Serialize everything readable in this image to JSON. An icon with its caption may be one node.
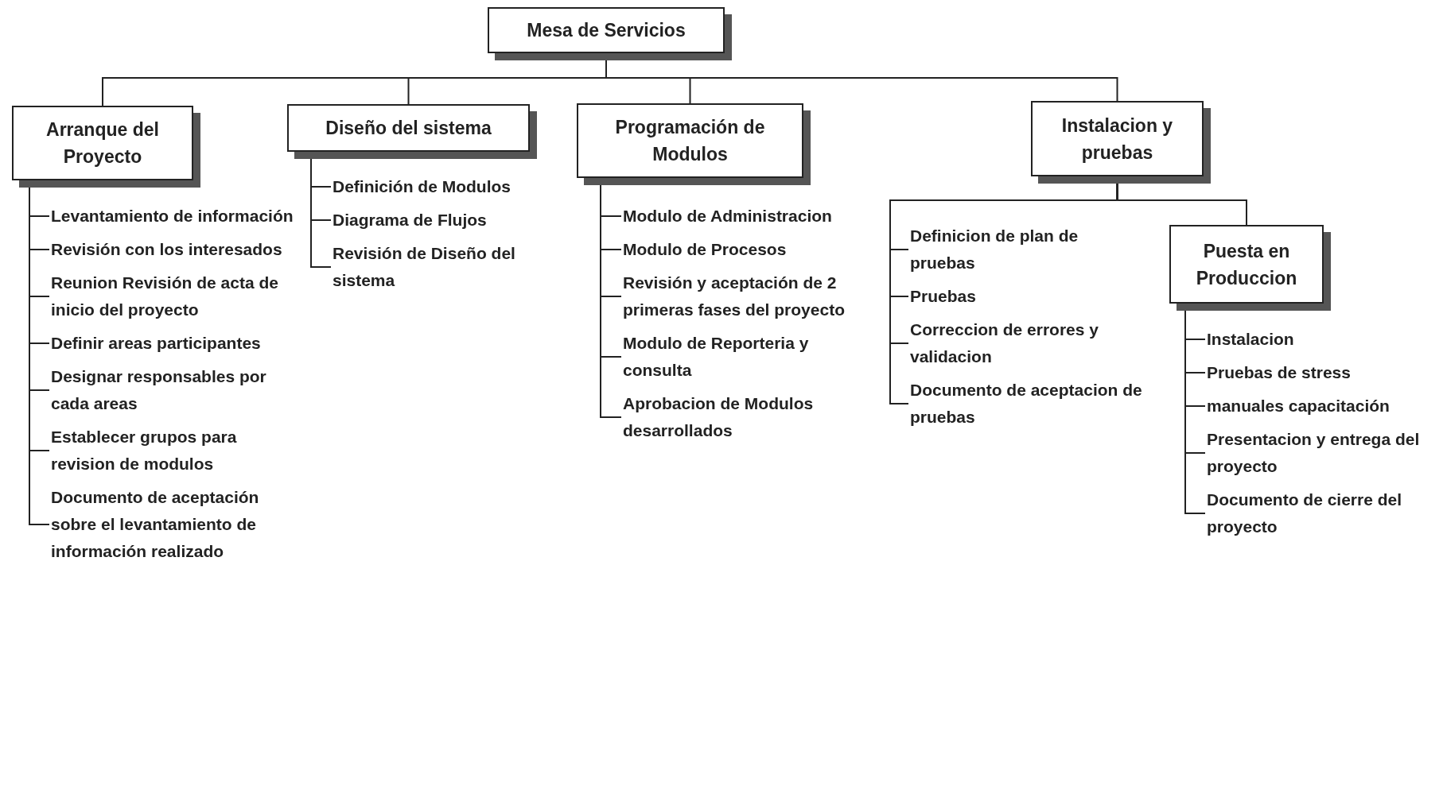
{
  "diagram": {
    "nodes": [
      {
        "text": [
          "Mesa de Servicios"
        ]
      },
      {
        "text": [
          "Arranque del Proyecto"
        ]
      },
      {
        "text": [
          "Diseño del sistema"
        ]
      },
      {
        "text": [
          "Programación de Modulos"
        ]
      },
      {
        "text": [
          "Instalacion y pruebas"
        ]
      },
      {
        "text": [
          "Levantamiento de información"
        ]
      },
      {
        "text": [
          "Revisión con los interesados"
        ]
      },
      {
        "text": [
          "Reunion Revisión de acta de inicio del proyecto"
        ]
      },
      {
        "text": [
          "Definir areas participantes"
        ]
      },
      {
        "text": [
          "Designar responsables por cada areas"
        ]
      },
      {
        "text": [
          "Establecer grupos para revision de modulos"
        ]
      },
      {
        "text": [
          "Documento de aceptación sobre el levantamiento de información realizado"
        ]
      },
      {
        "text": [
          "Definición de Modulos"
        ]
      },
      {
        "text": [
          "Diagrama de Flujos"
        ]
      },
      {
        "text": [
          "Revisión de Diseño del sistema"
        ]
      },
      {
        "text": [
          "Modulo de Administracion"
        ]
      },
      {
        "text": [
          "Modulo de Procesos"
        ]
      },
      {
        "text": [
          "Revisión y aceptación de 2 primeras fases del proyecto"
        ]
      },
      {
        "text": [
          "Modulo de Reporteria y consulta"
        ]
      },
      {
        "text": [
          "Aprobacion de Modulos desarrollados"
        ]
      },
      {
        "text": [
          "Definicion de plan de pruebas"
        ]
      },
      {
        "text": [
          "Pruebas"
        ]
      },
      {
        "text": [
          "Correccion de errores y validacion"
        ]
      },
      {
        "text": [
          "Documento de aceptacion de pruebas"
        ]
      },
      {
        "text": [
          "Puesta en Produccion"
        ]
      },
      {
        "text": [
          "Instalacion"
        ]
      },
      {
        "text": [
          "Pruebas de stress"
        ]
      },
      {
        "text": [
          "manuales capacitación"
        ]
      },
      {
        "text": [
          "Presentacion y entrega del proyecto"
        ]
      },
      {
        "text": [
          "Documento de cierre del proyecto"
        ]
      }
    ],
    "edges": [
      {
        "from": 0,
        "to": 1,
        "arrow": "none"
      },
      {
        "from": 0,
        "to": 2,
        "arrow": "none"
      },
      {
        "from": 0,
        "to": 3,
        "arrow": "none"
      },
      {
        "from": 0,
        "to": 4,
        "arrow": "none"
      },
      {
        "from": 1,
        "to": 5,
        "arrow": "none"
      },
      {
        "from": 1,
        "to": 6,
        "arrow": "none"
      },
      {
        "from": 1,
        "to": 7,
        "arrow": "none"
      },
      {
        "from": 1,
        "to": 8,
        "arrow": "none"
      },
      {
        "from": 1,
        "to": 9,
        "arrow": "none"
      },
      {
        "from": 1,
        "to": 10,
        "arrow": "none"
      },
      {
        "from": 1,
        "to": 11,
        "arrow": "none"
      },
      {
        "from": 2,
        "to": 12,
        "arrow": "none"
      },
      {
        "from": 2,
        "to": 13,
        "arrow": "none"
      },
      {
        "from": 2,
        "to": 14,
        "arrow": "none"
      },
      {
        "from": 3,
        "to": 15,
        "arrow": "none"
      },
      {
        "from": 3,
        "to": 16,
        "arrow": "none"
      },
      {
        "from": 3,
        "to": 17,
        "arrow": "none"
      },
      {
        "from": 3,
        "to": 18,
        "arrow": "none"
      },
      {
        "from": 3,
        "to": 19,
        "arrow": "none"
      },
      {
        "from": 4,
        "to": 20,
        "arrow": "none"
      },
      {
        "from": 4,
        "to": 21,
        "arrow": "none"
      },
      {
        "from": 4,
        "to": 22,
        "arrow": "none"
      },
      {
        "from": 4,
        "to": 23,
        "arrow": "none"
      },
      {
        "from": 4,
        "to": 24,
        "arrow": "none"
      },
      {
        "from": 24,
        "to": 25,
        "arrow": "none"
      },
      {
        "from": 24,
        "to": 26,
        "arrow": "none"
      },
      {
        "from": 24,
        "to": 27,
        "arrow": "none"
      },
      {
        "from": 24,
        "to": 28,
        "arrow": "none"
      },
      {
        "from": 24,
        "to": 29,
        "arrow": "none"
      }
    ]
  }
}
